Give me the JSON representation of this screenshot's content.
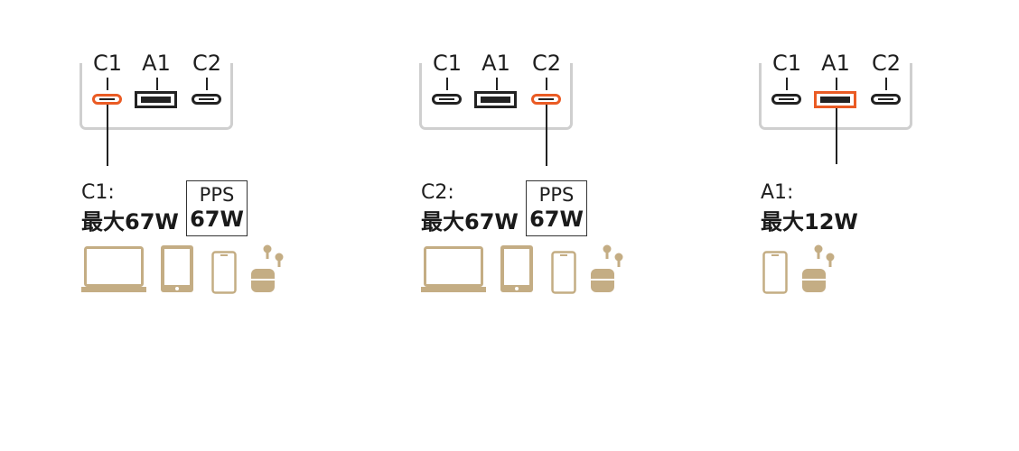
{
  "colors": {
    "active_port": "#ea5b24",
    "device_icon": "#c4ad84",
    "charger_body": "#cfcfcf"
  },
  "port_labels": {
    "c1": "C1",
    "a1": "A1",
    "c2": "C2"
  },
  "panels": [
    {
      "active_port": "C1",
      "port_header": "C1:",
      "max_power": "最大67W",
      "pps": {
        "label": "PPS",
        "value": "67W"
      },
      "devices": [
        "laptop-icon",
        "tablet-icon",
        "phone-icon",
        "earbuds-icon"
      ]
    },
    {
      "active_port": "C2",
      "port_header": "C2:",
      "max_power": "最大67W",
      "pps": {
        "label": "PPS",
        "value": "67W"
      },
      "devices": [
        "laptop-icon",
        "tablet-icon",
        "phone-icon",
        "earbuds-icon"
      ]
    },
    {
      "active_port": "A1",
      "port_header": "A1:",
      "max_power": "最大12W",
      "devices": [
        "phone-icon",
        "earbuds-icon"
      ]
    }
  ]
}
